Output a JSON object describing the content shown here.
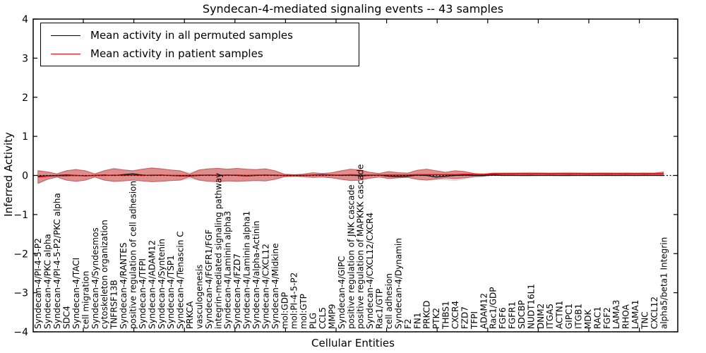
{
  "chart_data": {
    "type": "line",
    "title": "Syndecan-4-mediated signaling events -- 43 samples",
    "xlabel": "Cellular Entities",
    "ylabel": "Inferred Activity",
    "ylim": [
      -4,
      4
    ],
    "yticks": [
      -4,
      -3,
      -2,
      -1,
      0,
      1,
      2,
      3,
      4
    ],
    "grid": false,
    "legend_position": "upper left",
    "zero_line_style": "dotted",
    "sample_count": 43,
    "categories": [
      "Syndecan-4/PI-4-5-P2",
      "Syndecan-4/PKC alpha",
      "Syndecan-4/PI-4-5-P2/PKC alpha",
      "SDC4",
      "Syndecan-4/TACI",
      "cell migration",
      "Syndecan-4/Syndesmos",
      "cytoskeleton organization",
      "TNFRSF13B",
      "Syndecan-4/RANTES",
      "positive regulation of cell adhesion",
      "Syndecan-4/TFPI",
      "Syndecan-4/ADAM12",
      "Syndecan-4/Syntenin",
      "Syndecan-4/TSP1",
      "Syndecan-4/Tenascin C",
      "PRKCA",
      "vasculogenesis",
      "Syndecan-4/FGFR1/FGF",
      "integrin-mediated signaling pathway",
      "Syndecan-4/Laminin alpha3",
      "Syndecan-4/FZD7",
      "Syndecan-4/Laminin alpha1",
      "Syndecan-4/alpha-Actinin",
      "Syndecan-4/CXCL12",
      "Syndecan-4/Midkine",
      "mol:GDP",
      "mol:PI-4-5-P2",
      "mol:GTP",
      "PLG",
      "CCL5",
      "MMP9",
      "Syndecan-4/GIPC",
      "positive regulation of JNK cascade",
      "positive regulation of MAPKKK cascade",
      "Syndecan-4/CXCL12/CXCR4",
      "Rac1/GTP",
      "cell adhesion",
      "Syndecan-4/Dynamin",
      "F2",
      "FN1",
      "PRKCD",
      "PTK2",
      "THBS1",
      "CXCR4",
      "FZD7",
      "TFPI",
      "ADAM12",
      "Rac1/GDP",
      "FGF6",
      "FGFR1",
      "SDCBP",
      "NUDT16L1",
      "DNM2",
      "ITGA5",
      "ACTN1",
      "GIPC1",
      "ITGB1",
      "MDK",
      "RAC1",
      "FGF2",
      "LAMA3",
      "RHOA",
      "LAMA1",
      "TNC",
      "CXCL12",
      "alpha5/beta1 Integrin"
    ],
    "series": [
      {
        "name": "Mean activity in all permuted samples",
        "color": "#000000",
        "band_color": "#a0a0a0",
        "values": [
          -0.02,
          -0.01,
          0,
          0.01,
          0,
          -0.01,
          0,
          0.01,
          0,
          0.02,
          0.04,
          0.01,
          0,
          0.01,
          0,
          -0.01,
          -0.01,
          0,
          0.01,
          0,
          0.01,
          0,
          -0.01,
          0,
          0.01,
          0,
          0,
          0,
          0,
          0.01,
          0.02,
          0.01,
          0,
          0.01,
          -0.01,
          0,
          0.01,
          -0.02,
          -0.03,
          -0.02,
          0.01,
          0,
          -0.04,
          -0.02,
          0,
          0.01,
          0,
          0,
          0.01,
          0,
          0,
          0,
          0,
          0,
          0,
          0,
          0,
          0,
          0,
          0,
          0,
          0,
          0,
          0,
          0,
          0,
          0
        ],
        "band_upper": [
          0.14,
          0.1,
          0.05,
          0.13,
          0.17,
          0.13,
          0.05,
          0.14,
          0.2,
          0.16,
          0.13,
          0.17,
          0.21,
          0.18,
          0.15,
          0.13,
          0.08,
          0.15,
          0.18,
          0.19,
          0.17,
          0.19,
          0.17,
          0.16,
          0.18,
          0.13,
          0.05,
          0.03,
          0.05,
          0.08,
          0.06,
          0.08,
          0.13,
          0.17,
          0.15,
          0.09,
          0.06,
          0.11,
          0.08,
          0.07,
          0.14,
          0.17,
          0.13,
          0.09,
          0.13,
          0.11,
          0.06,
          0.05,
          0.07,
          0.07,
          0.07,
          0.08,
          0.09,
          0.08,
          0.07,
          0.08,
          0.09,
          0.08,
          0.07,
          0.08,
          0.08,
          0.07,
          0.08,
          0.07,
          0.08,
          0.07,
          0.08
        ],
        "band_lower": [
          -0.22,
          -0.11,
          -0.05,
          -0.13,
          -0.16,
          -0.13,
          -0.05,
          -0.13,
          -0.17,
          -0.15,
          -0.13,
          -0.15,
          -0.17,
          -0.16,
          -0.14,
          -0.13,
          -0.1,
          -0.13,
          -0.16,
          -0.17,
          -0.15,
          -0.16,
          -0.15,
          -0.14,
          -0.15,
          -0.11,
          -0.05,
          -0.04,
          -0.05,
          -0.06,
          -0.05,
          -0.07,
          -0.11,
          -0.14,
          -0.13,
          -0.08,
          -0.05,
          -0.09,
          -0.07,
          -0.06,
          -0.11,
          -0.13,
          -0.12,
          -0.12,
          -0.14,
          -0.1,
          -0.05,
          -0.04,
          -0.01,
          -0.01,
          -0.01,
          -0.02,
          -0.02,
          -0.01,
          -0.01,
          -0.02,
          -0.02,
          -0.01,
          -0.01,
          -0.02,
          -0.01,
          -0.02,
          -0.01,
          -0.02,
          -0.01,
          -0.01,
          -0.02
        ]
      },
      {
        "name": "Mean activity in patient samples",
        "color": "#ff0000",
        "band_color": "#e34242",
        "values": [
          -0.04,
          -0.02,
          -0.01,
          -0.01,
          0,
          -0.01,
          0,
          0,
          0.01,
          0,
          0.01,
          0,
          0.01,
          0.01,
          0,
          0,
          0,
          0.01,
          0.01,
          0.01,
          0.01,
          0.01,
          0,
          0.01,
          0.01,
          0.01,
          0,
          0,
          0,
          0.01,
          0.01,
          0.01,
          0.01,
          0.02,
          0.01,
          0.01,
          0.01,
          0.01,
          0.01,
          0.01,
          0.02,
          0.02,
          0.02,
          0.02,
          0.02,
          0.03,
          0.03,
          0.03,
          0.04,
          0.04,
          0.04,
          0.04,
          0.04,
          0.04,
          0.04,
          0.04,
          0.04,
          0.04,
          0.04,
          0.04,
          0.04,
          0.04,
          0.04,
          0.04,
          0.04,
          0.04,
          0.05
        ],
        "band_upper": [
          0.12,
          0.09,
          0.04,
          0.12,
          0.15,
          0.12,
          0.04,
          0.12,
          0.17,
          0.14,
          0.12,
          0.16,
          0.19,
          0.17,
          0.14,
          0.12,
          0.03,
          0.14,
          0.17,
          0.18,
          0.16,
          0.18,
          0.16,
          0.15,
          0.17,
          0.12,
          0.03,
          0.02,
          0.03,
          0.07,
          0.05,
          0.07,
          0.12,
          0.16,
          0.14,
          0.08,
          0.05,
          0.1,
          0.07,
          0.06,
          0.13,
          0.16,
          0.12,
          0.08,
          0.12,
          0.1,
          0.05,
          0.03,
          0.06,
          0.06,
          0.06,
          0.06,
          0.06,
          0.06,
          0.06,
          0.06,
          0.06,
          0.06,
          0.06,
          0.06,
          0.06,
          0.06,
          0.06,
          0.06,
          0.06,
          0.06,
          0.09
        ],
        "band_lower": [
          -0.2,
          -0.1,
          -0.04,
          -0.12,
          -0.15,
          -0.12,
          -0.04,
          -0.12,
          -0.15,
          -0.14,
          -0.12,
          -0.14,
          -0.16,
          -0.15,
          -0.13,
          -0.12,
          -0.03,
          -0.12,
          -0.15,
          -0.16,
          -0.14,
          -0.15,
          -0.14,
          -0.13,
          -0.14,
          -0.1,
          -0.03,
          -0.02,
          -0.03,
          -0.05,
          -0.04,
          -0.06,
          -0.1,
          -0.13,
          -0.12,
          -0.07,
          -0.04,
          -0.08,
          -0.06,
          -0.05,
          -0.1,
          -0.12,
          -0.09,
          -0.06,
          -0.08,
          -0.06,
          -0.03,
          -0.02,
          0.02,
          0.02,
          0.02,
          0.03,
          0.02,
          0.03,
          0.02,
          0.03,
          0.02,
          0.03,
          0.02,
          0.03,
          0.02,
          0.03,
          0.02,
          0.03,
          0.02,
          0.03,
          0.02
        ]
      }
    ]
  }
}
